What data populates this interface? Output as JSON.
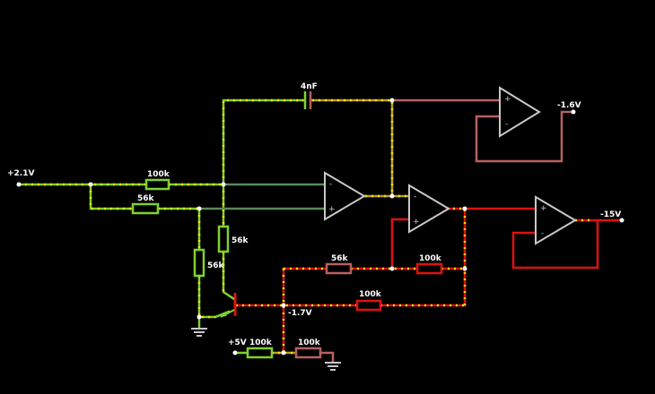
{
  "colors": {
    "green": "#7fd12f",
    "green_dim": "#5a8a5a",
    "red": "#e01010",
    "pink": "#b86060",
    "yellow_dots": "#f2e400",
    "gray": "#c8c8c8"
  },
  "labels": {
    "v_in": "+2.1V",
    "v_out1": "-1.6V",
    "v_out2": "-15V",
    "v_transistor": "-1.7V",
    "v_supply": "+5V",
    "c1": "4nF",
    "r_top": "100k",
    "r_mid": "56k",
    "r_v1": "56k",
    "r_v2": "56k",
    "r_fb1": "56k",
    "r_fb2": "100k",
    "r_fb3": "100k",
    "r_bot1": "100k",
    "r_bot2": "100k"
  },
  "opamp_pins": {
    "plus": "+",
    "minus": "-"
  }
}
